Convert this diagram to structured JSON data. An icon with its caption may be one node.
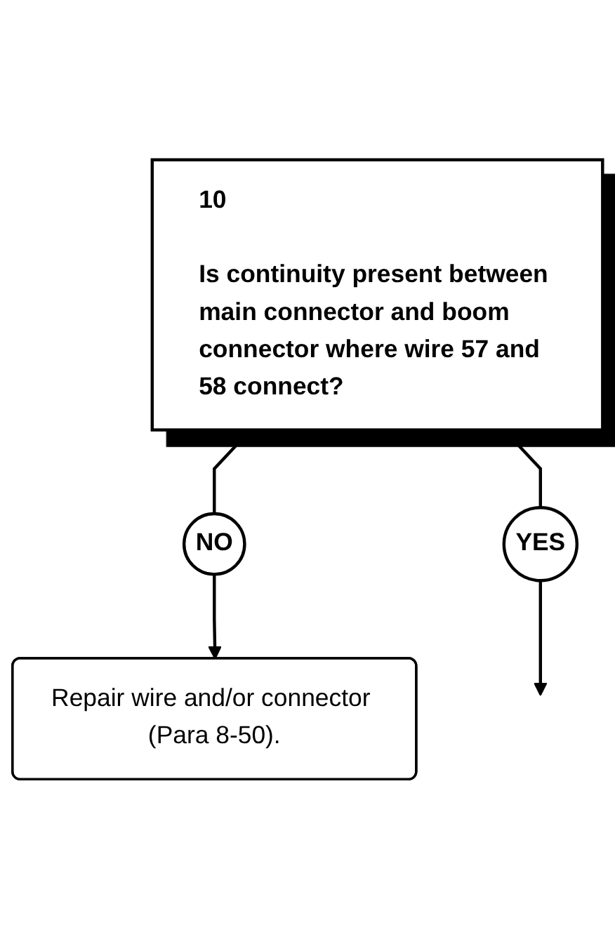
{
  "diagram": {
    "nodes": [
      {
        "text": [
          "10",
          "Is continuity present between main connector and boom connector where wire 57 and 58 connect?"
        ]
      },
      {
        "text": [
          "NO"
        ]
      },
      {
        "text": [
          "Repair wire and/or connector (Para 8-50)."
        ]
      },
      {
        "text": [
          "YES"
        ]
      }
    ],
    "edges": [
      {
        "from": 0,
        "to": 1,
        "arrow": "none"
      },
      {
        "from": 1,
        "to": 2,
        "arrow": "to"
      },
      {
        "from": 0,
        "to": 3,
        "arrow": "none"
      },
      {
        "from": 3,
        "to": null,
        "arrow": "to"
      }
    ]
  }
}
